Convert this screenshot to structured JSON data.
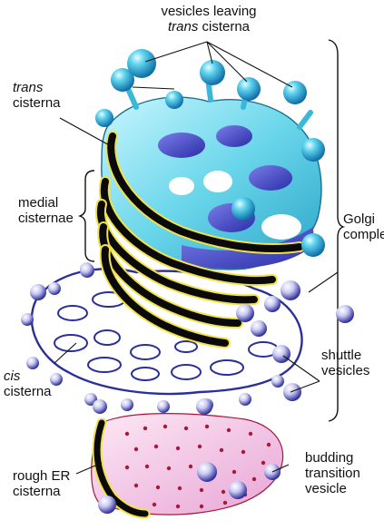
{
  "labels": {
    "vesicles_leaving": {
      "line1": "vesicles leaving",
      "line2_italic": "trans",
      "line2_rest": " cisterna"
    },
    "trans_cisterna": {
      "line1_italic": "trans",
      "line2": "cisterna"
    },
    "medial_cisternae": {
      "line1": "medial",
      "line2": "cisternae"
    },
    "golgi_complex": {
      "line1": "Golgi",
      "line2": "complex"
    },
    "cis_cisterna": {
      "line1_italic": "cis",
      "line2": "cisterna"
    },
    "shuttle_vesicles": {
      "line1": "shuttle",
      "line2": "vesicles"
    },
    "rough_er_cisterna": {
      "line1": "rough ER",
      "line2": "cisterna"
    },
    "budding_transition_vesicle": {
      "line1": "budding",
      "line2": "transition",
      "line3": "vesicle"
    }
  },
  "colors": {
    "trans_face": "#5fd0e6",
    "vesicle_blue": "#29a9d8",
    "lumen_purple": "#3a3fbf",
    "cis_outline": "#2a2f9a",
    "cisterna_dark": "#0a0a0a",
    "cisterna_rim": "#f2e24a",
    "er_fill": "#f3c9e6",
    "er_dots": "#a8183a",
    "leader_line": "#111111"
  }
}
